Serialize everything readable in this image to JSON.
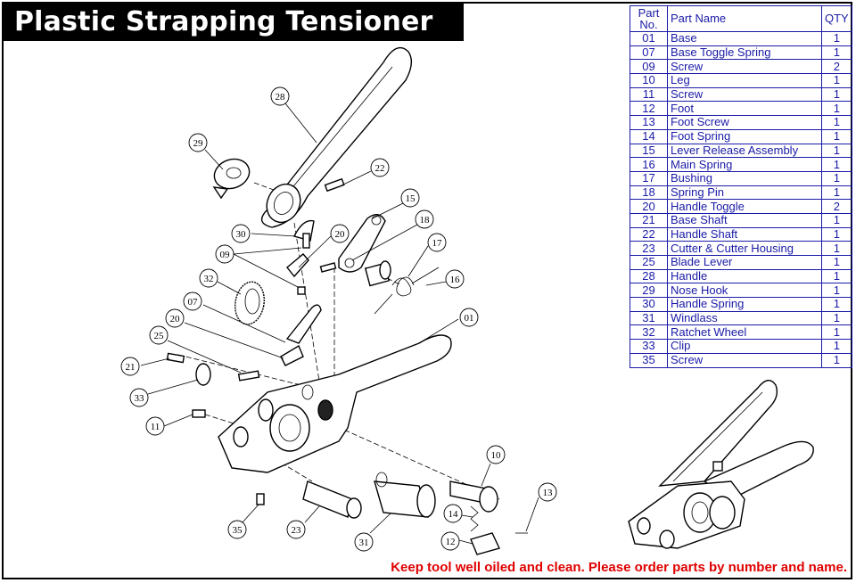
{
  "title": "Plastic Strapping Tensioner",
  "table": {
    "header_no": "Part No.",
    "header_name": "Part Name",
    "header_qty": "QTY",
    "rows": [
      {
        "no": "01",
        "name": "Base",
        "qty": "1"
      },
      {
        "no": "07",
        "name": "Base Toggle Spring",
        "qty": "1"
      },
      {
        "no": "09",
        "name": "Screw",
        "qty": "2"
      },
      {
        "no": "10",
        "name": "Leg",
        "qty": "1"
      },
      {
        "no": "11",
        "name": "Screw",
        "qty": "1"
      },
      {
        "no": "12",
        "name": "Foot",
        "qty": "1"
      },
      {
        "no": "13",
        "name": "Foot Screw",
        "qty": "1"
      },
      {
        "no": "14",
        "name": "Foot Spring",
        "qty": "1"
      },
      {
        "no": "15",
        "name": "Lever Release Assembly",
        "qty": "1"
      },
      {
        "no": "16",
        "name": "Main Spring",
        "qty": "1"
      },
      {
        "no": "17",
        "name": "Bushing",
        "qty": "1"
      },
      {
        "no": "18",
        "name": "Spring Pin",
        "qty": "1"
      },
      {
        "no": "20",
        "name": "Handle Toggle",
        "qty": "2"
      },
      {
        "no": "21",
        "name": "Base Shaft",
        "qty": "1"
      },
      {
        "no": "22",
        "name": "Handle Shaft",
        "qty": "1"
      },
      {
        "no": "23",
        "name": "Cutter & Cutter Housing",
        "qty": "1"
      },
      {
        "no": "25",
        "name": "Blade Lever",
        "qty": "1"
      },
      {
        "no": "28",
        "name": "Handle",
        "qty": "1"
      },
      {
        "no": "29",
        "name": "Nose Hook",
        "qty": "1"
      },
      {
        "no": "30",
        "name": "Handle Spring",
        "qty": "1"
      },
      {
        "no": "31",
        "name": "Windlass",
        "qty": "1"
      },
      {
        "no": "32",
        "name": "Ratchet Wheel",
        "qty": "1"
      },
      {
        "no": "33",
        "name": "Clip",
        "qty": "1"
      },
      {
        "no": "35",
        "name": "Screw",
        "qty": "1"
      }
    ]
  },
  "callouts": [
    "28",
    "29",
    "22",
    "15",
    "18",
    "30",
    "20",
    "09",
    "17",
    "32",
    "16",
    "07",
    "01",
    "20",
    "25",
    "21",
    "33",
    "11",
    "10",
    "13",
    "14",
    "12",
    "35",
    "23",
    "31"
  ],
  "footer": "Keep tool well oiled and clean. Please order parts by number and name."
}
